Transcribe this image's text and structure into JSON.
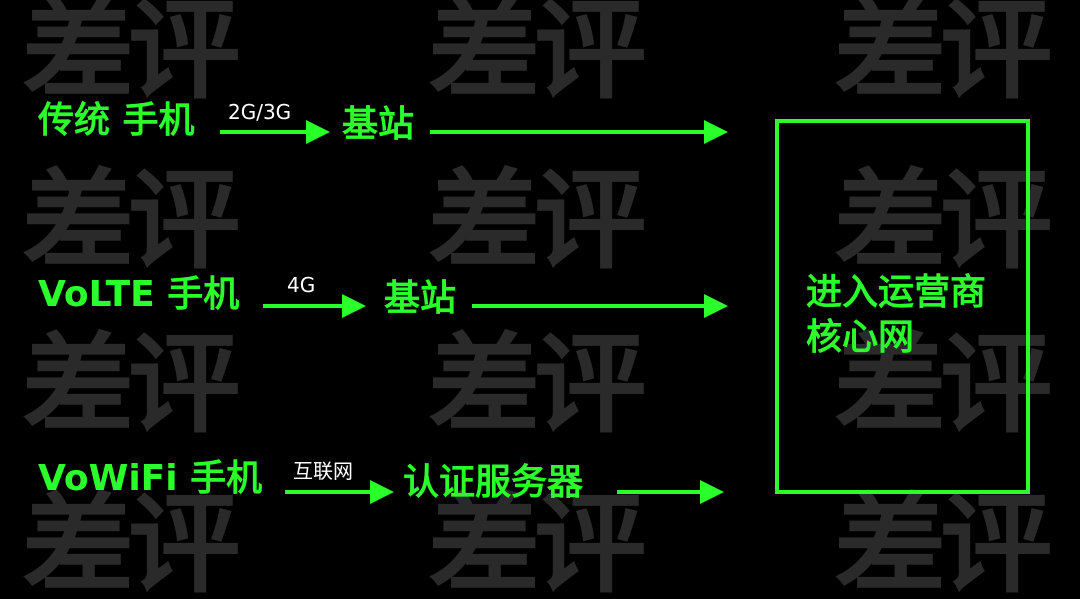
{
  "watermark": {
    "text": "差评",
    "color": "#2a2a2a"
  },
  "colors": {
    "accent": "#2bff2b",
    "background": "#000000",
    "small_label": "#ffffff"
  },
  "rows": [
    {
      "device": "传统 手机",
      "link": "2G/3G",
      "node": "基站"
    },
    {
      "device": "VoLTE 手机",
      "link": "4G",
      "node": "基站"
    },
    {
      "device": "VoWiFi 手机",
      "link": "互联网",
      "node": "认证服务器"
    }
  ],
  "destination": {
    "line1": "进入运营商",
    "line2": "核心网"
  }
}
